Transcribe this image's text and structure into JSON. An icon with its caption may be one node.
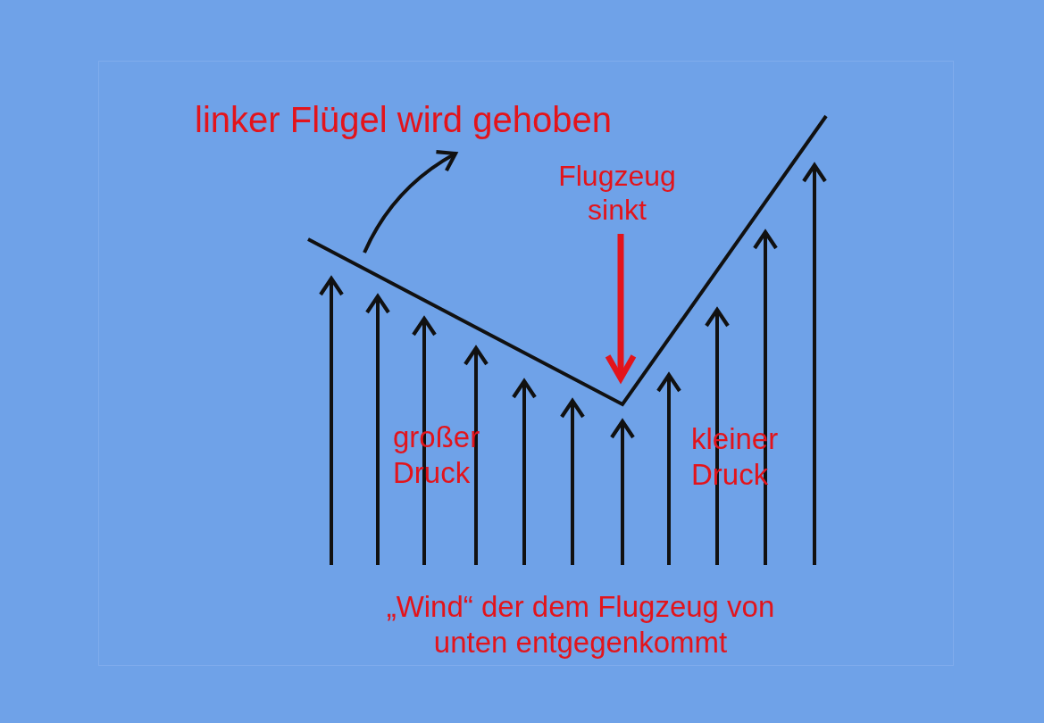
{
  "diagram": {
    "labels": [
      "linker Flügel wird gehoben",
      "Flugzeug sinkt",
      "großer Druck",
      "kleiner Druck",
      "„Wind“ der dem Flugzeug von unten entgegenkommt"
    ]
  }
}
